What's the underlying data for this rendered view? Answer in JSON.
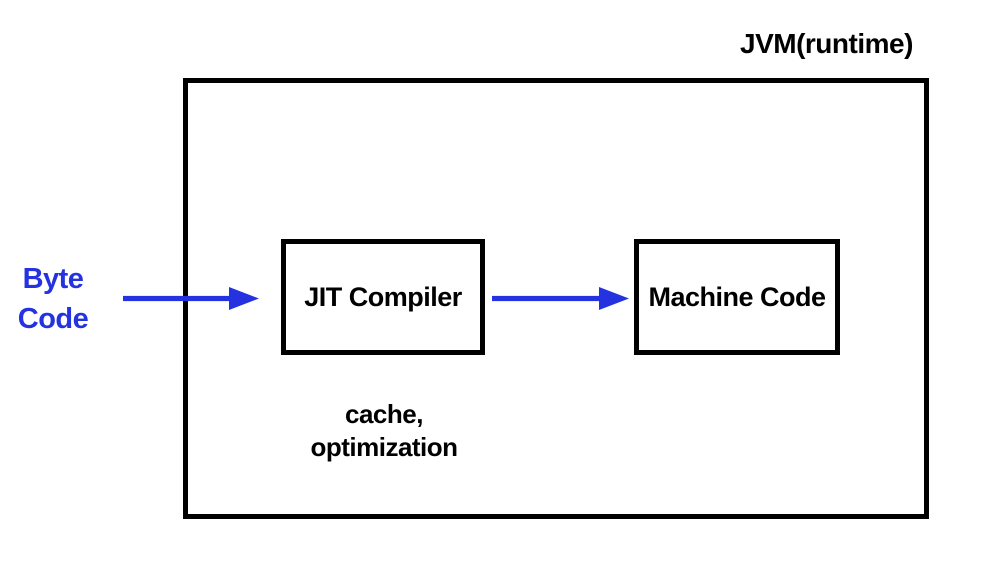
{
  "diagram": {
    "title": "JVM(runtime)",
    "source": {
      "line1": "Byte",
      "line2": "Code"
    },
    "nodes": {
      "jit": "JIT Compiler",
      "machine": "Machine Code"
    },
    "note": {
      "line1": "cache,",
      "line2": "optimization"
    },
    "icons": {
      "flow_arrow": "arrow-right"
    },
    "colors": {
      "accent_blue": "#2433DF",
      "outline_black": "#000000",
      "background": "#FFFFFF"
    }
  }
}
